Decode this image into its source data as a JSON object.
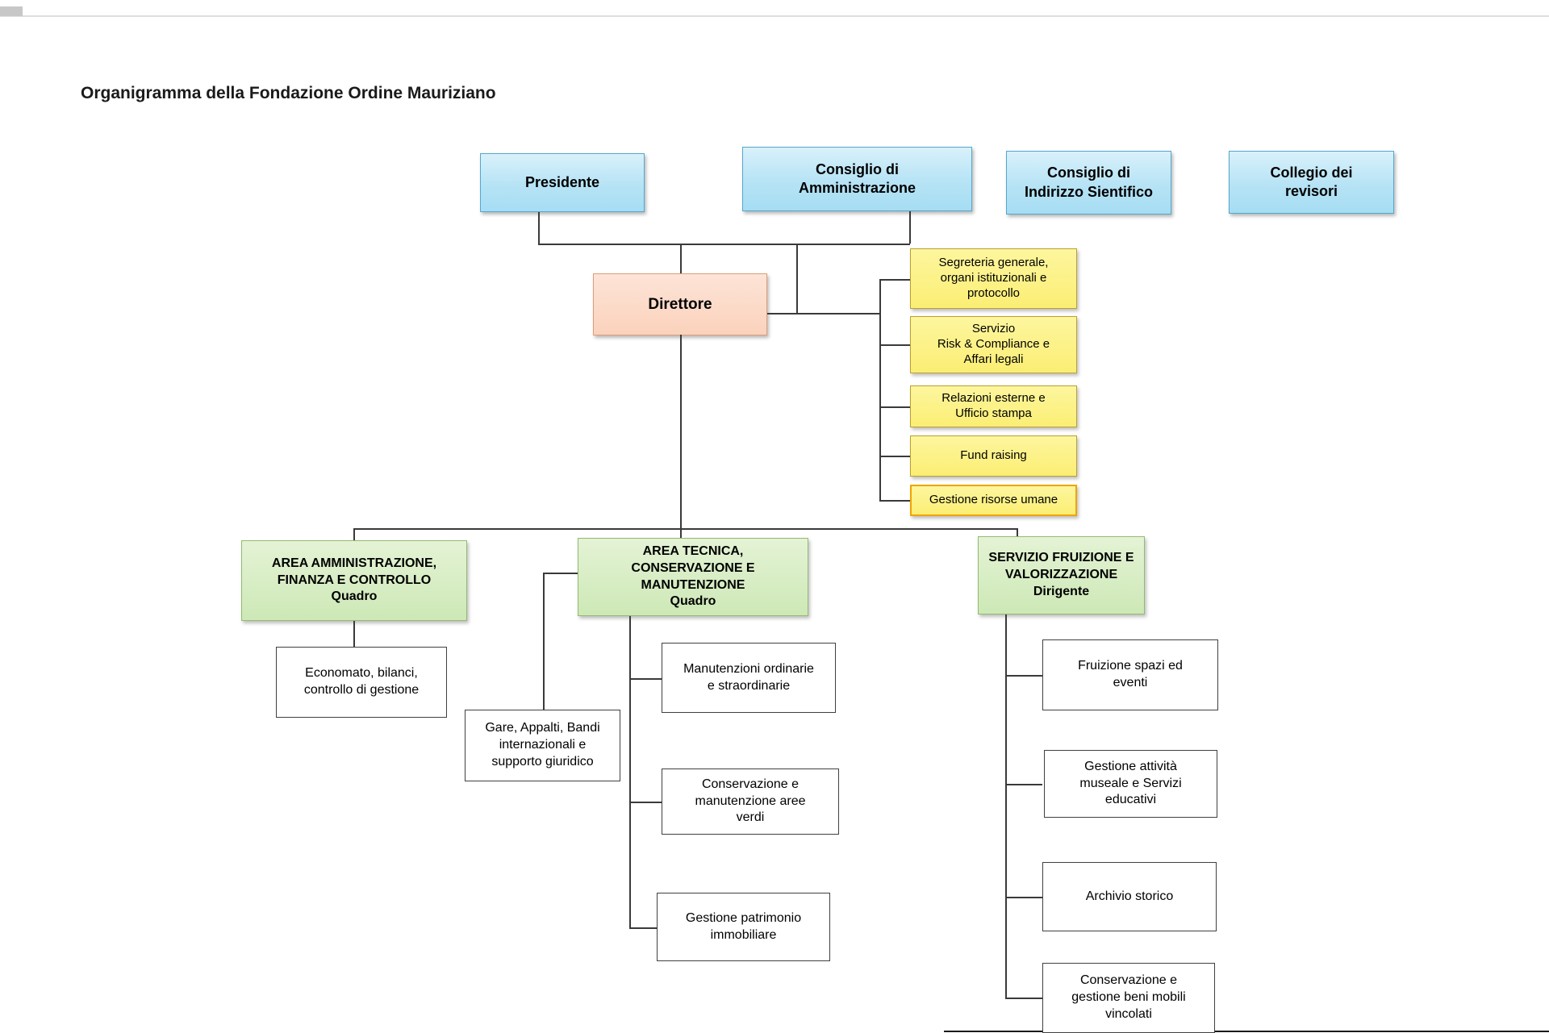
{
  "page": {
    "title": "Organigramma della Fondazione Ordine Mauriziano"
  },
  "palette": {
    "governance_fill": "#b6e3f5",
    "governance_border": "#55a7cd",
    "director_fill": "#fbd2bc",
    "director_border": "#dd9d78",
    "staff_fill": "#fbee74",
    "staff_border": "#bba02f",
    "staff_highlight_border": "#f1a300",
    "area_fill": "#cde8b6",
    "area_border": "#93ba71",
    "leaf_fill": "#ffffff",
    "leaf_border": "#404040",
    "connector": "#3a3a3a"
  },
  "governance": [
    {
      "label": "Presidente"
    },
    {
      "label": "Consiglio di\nAmministrazione"
    },
    {
      "label": "Consiglio di\nIndirizzo Sientifico"
    },
    {
      "label": "Collegio dei\nrevisori"
    }
  ],
  "director": {
    "label": "Direttore"
  },
  "staff_units": [
    {
      "label": "Segreteria generale,\norgani istituzionali e\nprotocollo"
    },
    {
      "label": "Servizio\nRisk & Compliance e\nAffari legali"
    },
    {
      "label": "Relazioni esterne e\nUfficio stampa"
    },
    {
      "label": "Fund raising"
    },
    {
      "label": "Gestione risorse umane"
    }
  ],
  "areas": [
    {
      "title": "AREA AMMINISTRAZIONE,\nFINANZA E CONTROLLO",
      "role": "Quadro"
    },
    {
      "title": "AREA TECNICA,\nCONSERVAZIONE E\nMANUTENZIONE",
      "role": "Quadro"
    },
    {
      "title": "SERVIZIO FRUIZIONE E\nVALORIZZAZIONE",
      "role": "Dirigente"
    }
  ],
  "units": {
    "amministrazione": [
      {
        "label": "Economato, bilanci,\ncontrollo di gestione"
      }
    ],
    "tecnica_support": {
      "label": "Gare, Appalti, Bandi\ninternazionali e\nsupporto giuridico"
    },
    "tecnica": [
      {
        "label": "Manutenzioni ordinarie\ne straordinarie"
      },
      {
        "label": "Conservazione e\nmanutenzione aree\nverdi"
      },
      {
        "label": "Gestione patrimonio\nimmobiliare"
      }
    ],
    "fruizione": [
      {
        "label": "Fruizione spazi ed\neventi"
      },
      {
        "label": "Gestione attività\nmuseale e Servizi\neducativi"
      },
      {
        "label": "Archivio storico"
      },
      {
        "label": "Conservazione e\ngestione beni mobili\nvincolati"
      }
    ]
  }
}
